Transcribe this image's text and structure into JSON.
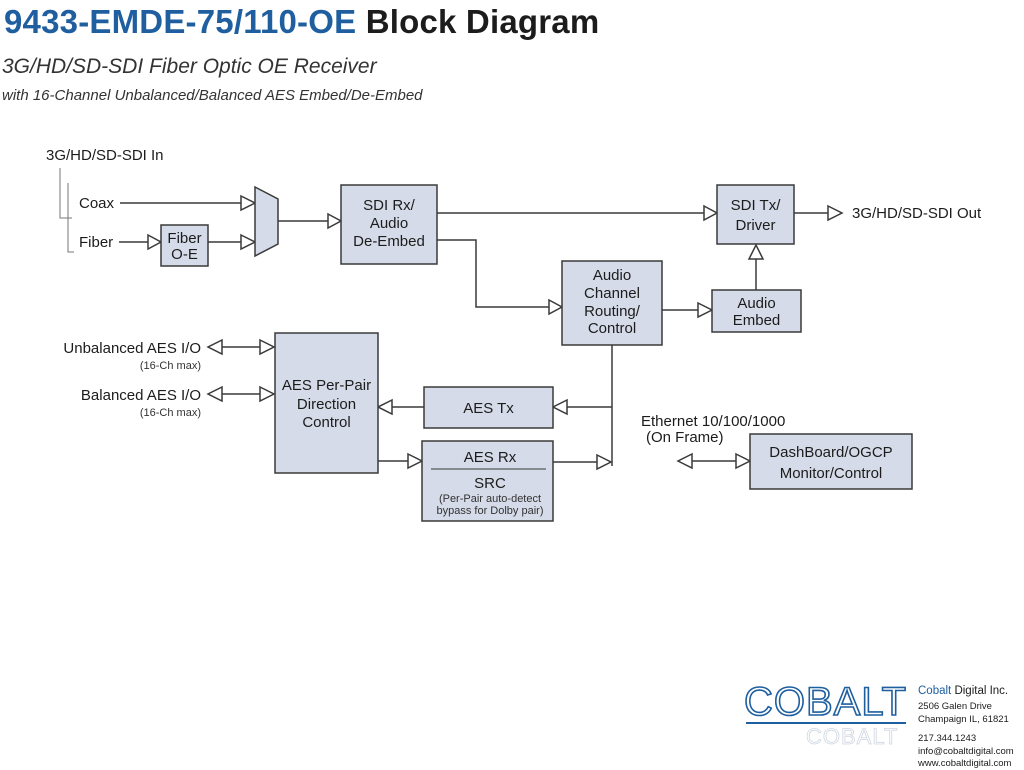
{
  "header": {
    "title_part": "9433-EMDE-75/110-OE",
    "title_rest": "Block Diagram",
    "subtitle": "3G/HD/SD-SDI Fiber Optic OE Receiver",
    "subtitle2": "with 16-Channel Unbalanced/Balanced AES Embed/De-Embed"
  },
  "labels": {
    "sdi_in": "3G/HD/SD-SDI In",
    "coax": "Coax",
    "fiber": "Fiber",
    "sdi_out": "3G/HD/SD-SDI Out",
    "unbal_aes": "Unbalanced AES I/O",
    "unbal_note": "(16-Ch max)",
    "bal_aes": "Balanced AES I/O",
    "bal_note": "(16-Ch max)",
    "ethernet": "Ethernet 10/100/1000",
    "on_frame": "(On Frame)"
  },
  "blocks": {
    "fiber_oe": [
      "Fiber",
      "O-E"
    ],
    "sdi_rx": [
      "SDI Rx/",
      "Audio",
      "De-Embed"
    ],
    "sdi_tx": [
      "SDI Tx/",
      "Driver"
    ],
    "routing": [
      "Audio",
      "Channel",
      "Routing/",
      "Control"
    ],
    "embed": [
      "Audio",
      "Embed"
    ],
    "aes_dir": [
      "AES Per-Pair",
      "Direction",
      "Control"
    ],
    "aes_tx": [
      "AES Tx"
    ],
    "aes_rx": [
      "AES Rx"
    ],
    "src": [
      "SRC"
    ],
    "src_note": [
      "(Per-Pair auto-detect",
      "bypass for Dolby pair)"
    ],
    "dashboard": [
      "DashBoard/OGCP",
      "Monitor/Control"
    ]
  },
  "footer": {
    "logo_text": "COBALT",
    "logo_reflection": "COBALT",
    "company_prefix": "Cobalt",
    "company_rest": " Digital Inc.",
    "address1": "2506 Galen Drive",
    "address2": "Champaign IL, 61821",
    "phone": "217.344.1243",
    "email": "info@cobaltdigital.com",
    "web": "www.cobaltdigital.com"
  },
  "colors": {
    "title_blue": "#1f5fa0",
    "block_fill": "#d5dbe8",
    "line": "#3a3a3a"
  }
}
